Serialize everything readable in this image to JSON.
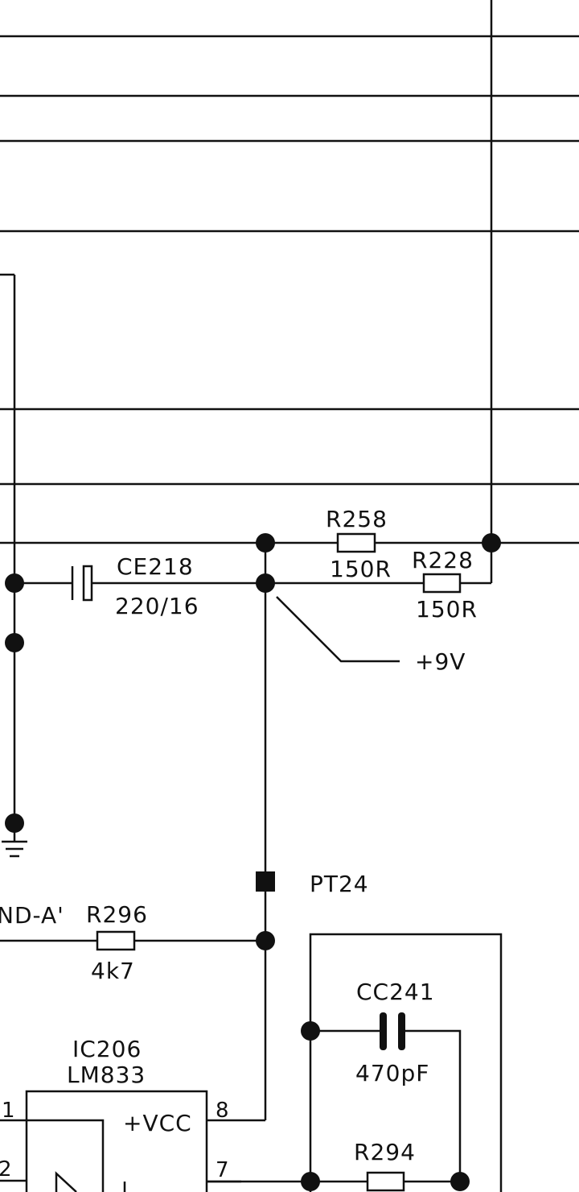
{
  "components": {
    "r258": {
      "ref": "R258",
      "value": "150R"
    },
    "r228": {
      "ref": "R228",
      "value": "150R"
    },
    "ce218": {
      "ref": "CE218",
      "value": "220/16"
    },
    "r296": {
      "ref": "R296",
      "value": "4k7"
    },
    "cc241": {
      "ref": "CC241",
      "value": "470pF"
    },
    "r294": {
      "ref": "R294"
    },
    "ic206": {
      "ref": "IC206",
      "part": "LM833",
      "supply_label": "+VCC",
      "pins": [
        "1",
        "2",
        "8",
        "7"
      ]
    }
  },
  "nets": {
    "supply": "+9V",
    "gnd_partial": "ND-A'"
  },
  "test_points": {
    "pt24": "PT24"
  }
}
